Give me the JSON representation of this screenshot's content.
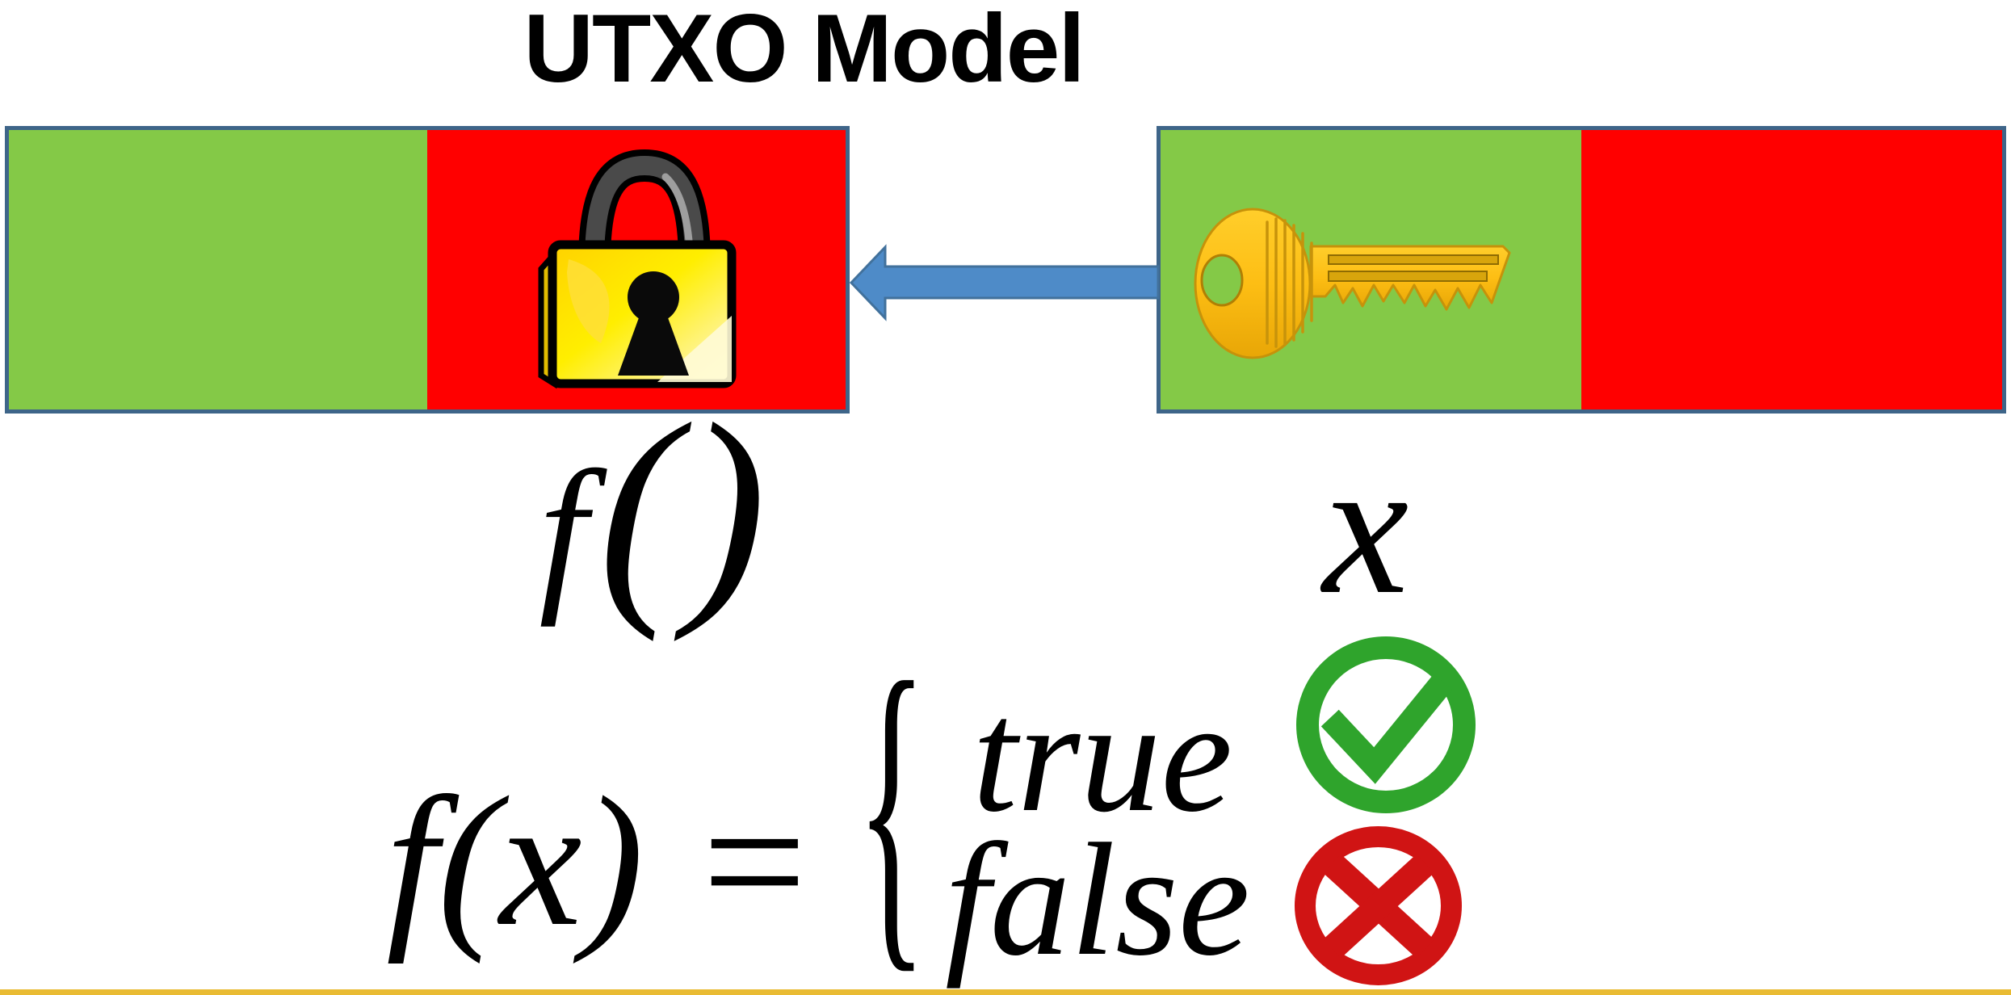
{
  "title": "UTXO Model",
  "colors": {
    "green": "#84C947",
    "red": "#FF0000",
    "box_border": "#3E6589",
    "arrow_fill": "#4E8BC8",
    "arrow_stroke": "#41719C",
    "check_green": "#2FA42C",
    "cross_red": "#D01414",
    "gold_line": "#E9BB33",
    "lock_yellow": "#FFEE00",
    "key_gold": "#FDBE14",
    "text": "#000000"
  },
  "left_box": {
    "left_half": "green-output-region",
    "right_half": "red-locking-script-region",
    "icon": "padlock-icon"
  },
  "right_box": {
    "left_half": "green-unlocking-input-region",
    "right_half": "red-region",
    "icon": "key-icon"
  },
  "arrow": {
    "direction": "left",
    "icon": "left-block-arrow-icon"
  },
  "formula": {
    "function_f": "f",
    "function_parens": "()",
    "input_x": "x",
    "equation_lhs": "f(x) =",
    "brace": "{",
    "case_true": "true",
    "case_false": "false"
  }
}
